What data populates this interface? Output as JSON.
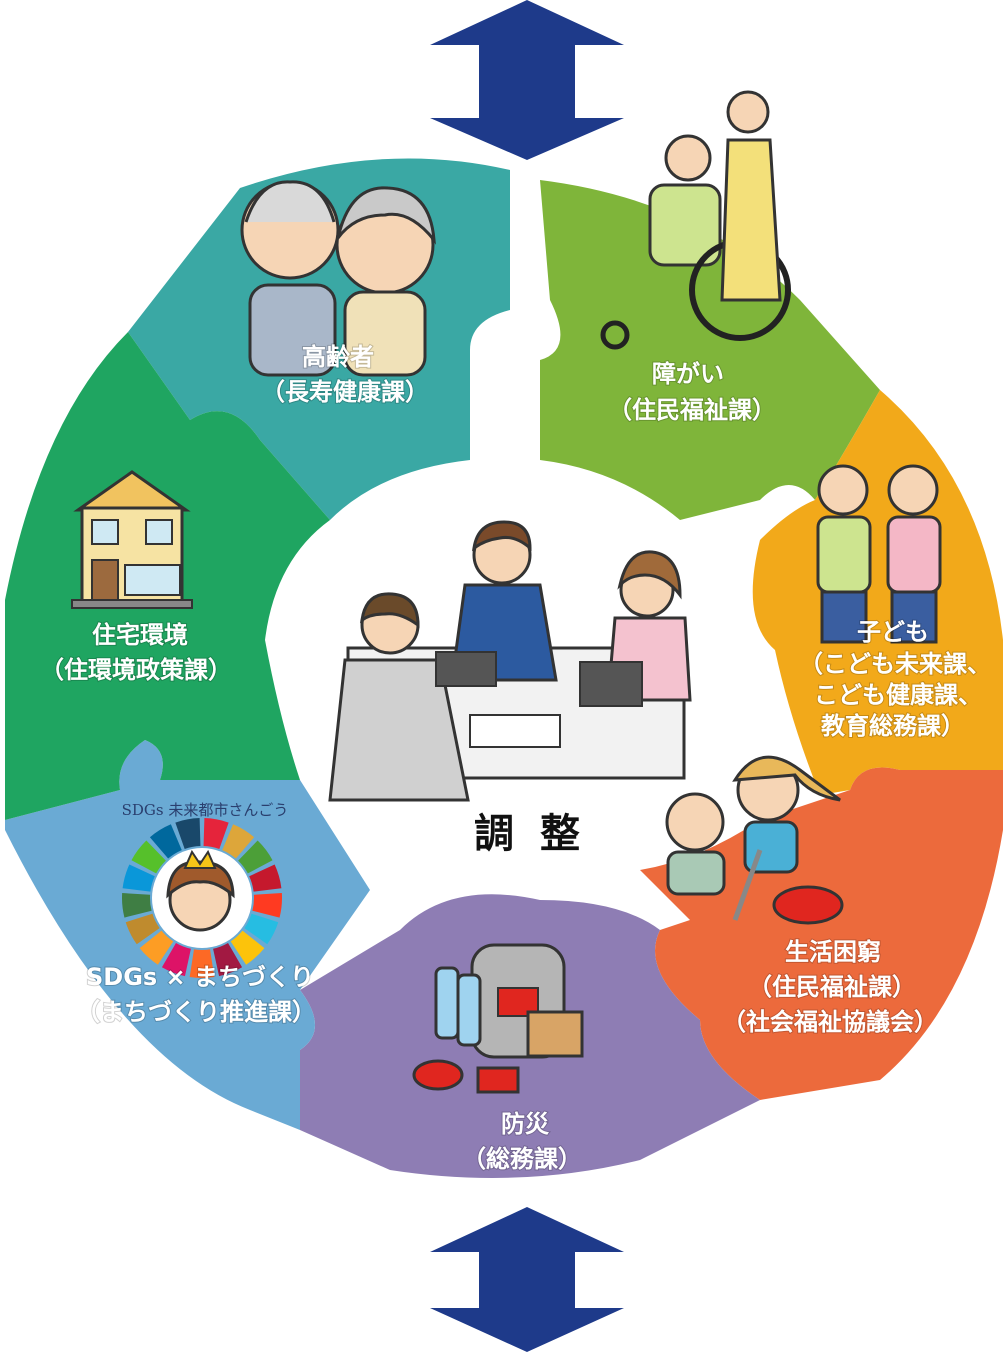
{
  "colors": {
    "arrow": "#1e3a8a",
    "elderly": "#3aa8a4",
    "disability": "#7fb53a",
    "children": "#f2a91a",
    "poverty": "#ec6a3c",
    "disaster": "#8e7db4",
    "sdgs": "#6aaad4",
    "housing": "#1fa561"
  },
  "center": {
    "label": "調 整"
  },
  "segments": {
    "elderly": {
      "title": "高齢者",
      "dept": [
        "（長寿健康課）"
      ]
    },
    "disability": {
      "title": "障がい",
      "dept": [
        "（住民福祉課）"
      ]
    },
    "children": {
      "title": "子ども",
      "dept": [
        "（こども未来課、",
        "こども健康課、",
        "教育総務課）"
      ]
    },
    "poverty": {
      "title": "生活困窮",
      "dept": [
        "（住民福祉課）",
        "（社会福祉協議会）"
      ]
    },
    "disaster": {
      "title": "防災",
      "dept": [
        "（総務課）"
      ]
    },
    "sdgs": {
      "caption": "SDGs 未来都市さんごう",
      "title": "SDGs × まちづくり",
      "dept": [
        "（まちづくり推進課）"
      ]
    },
    "housing": {
      "title": "住宅環境",
      "dept": [
        "（住環境政策課）"
      ]
    }
  },
  "icons": {
    "elderly": "elderly-couple-illustration",
    "disability": "wheelchair-illustration",
    "children": "children-illustration",
    "poverty": "caregiver-illustration",
    "disaster": "emergency-kit-illustration",
    "sdgs": "sdgs-wheel-illustration",
    "housing": "house-illustration",
    "center": "meeting-illustration"
  }
}
